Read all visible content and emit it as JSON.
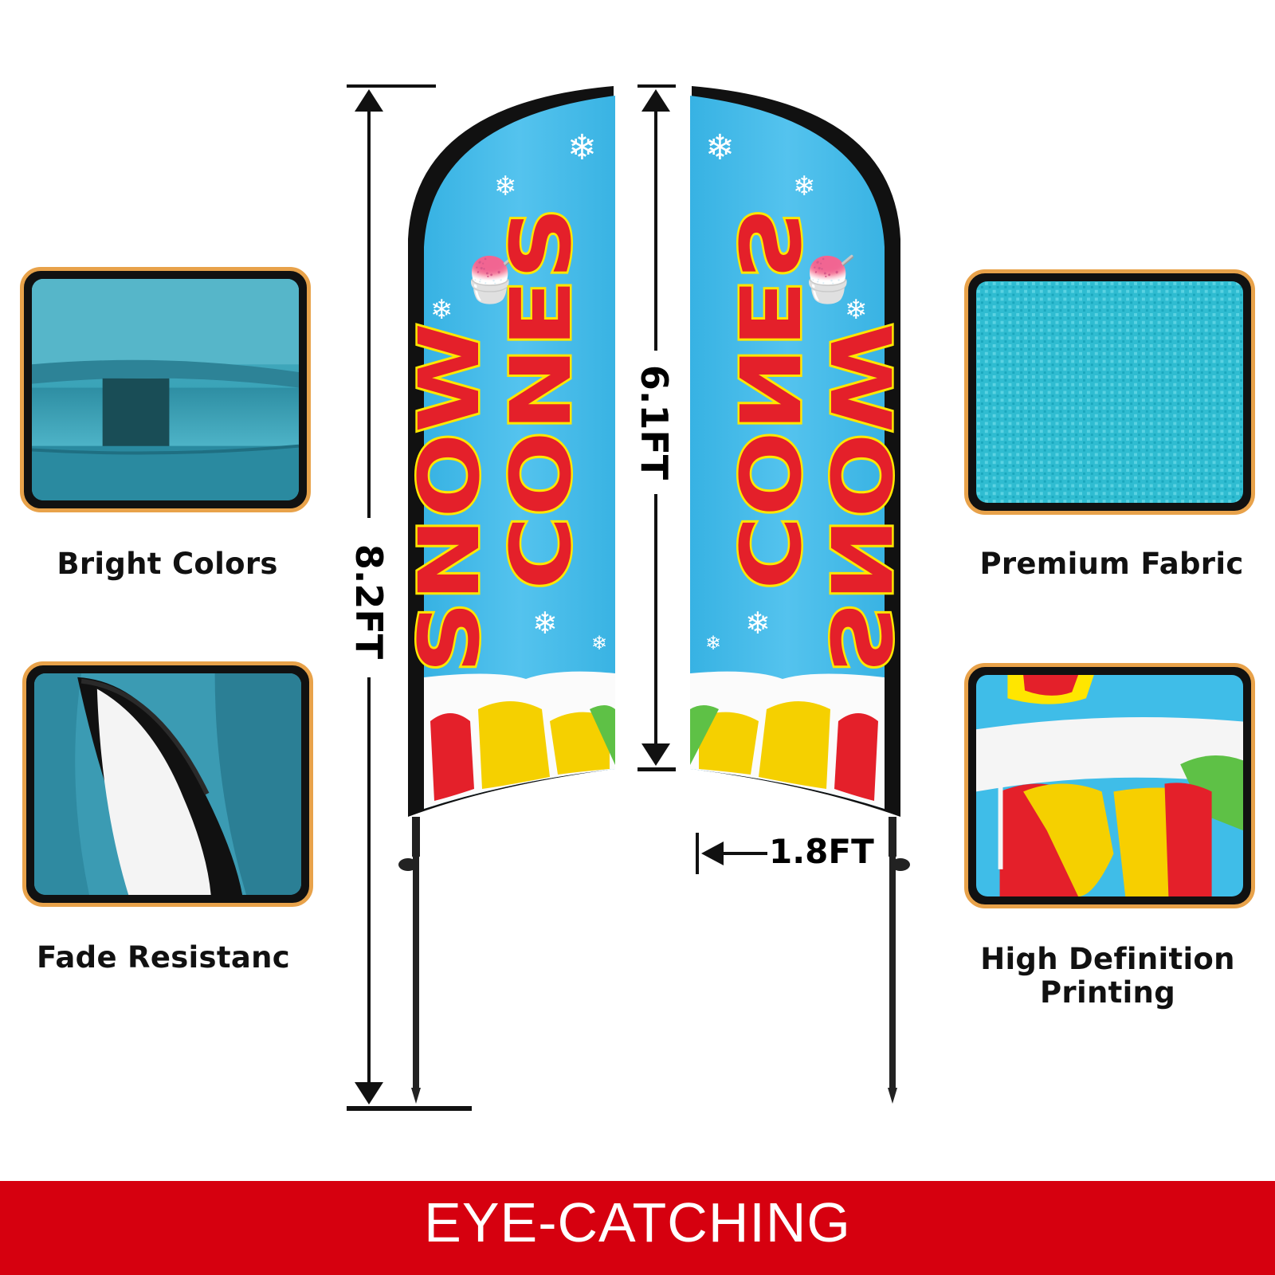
{
  "features": {
    "bright_colors": "Bright Colors",
    "fade_resistance": "Fade Resistanc",
    "premium_fabric": "Premium Fabric",
    "high_definition_line1": "High Definition",
    "high_definition_line2": "Printing"
  },
  "dimensions": {
    "total_height": "8.2FT",
    "flag_height": "6.1FT",
    "flag_width": "1.8FT"
  },
  "flag_text": {
    "line1": "SNOW",
    "line2": "CONES"
  },
  "banner": {
    "text": "EYE-CATCHING"
  },
  "colors": {
    "accent_orange": "#e8a24a",
    "banner_red": "#d6000f",
    "flag_blue": "#3fb8e6",
    "letter_red": "#e4202a",
    "letter_outline_yellow": "#ffe600"
  }
}
